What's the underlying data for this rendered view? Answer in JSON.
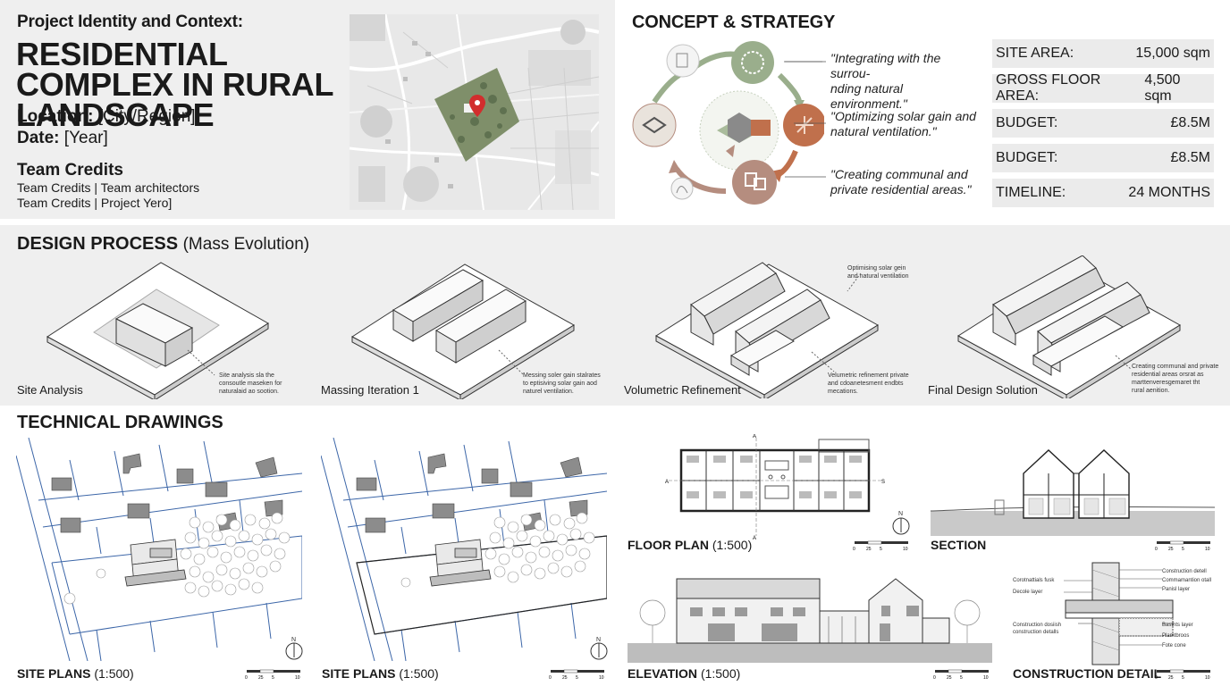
{
  "identity": {
    "kicker": "Project Identity and Context:",
    "title": "RESIDENTIAL COMPLEX IN RURAL LANDSCAPE",
    "location_label": "Location:",
    "location_value": "[City/Region]",
    "date_label": "Date:",
    "date_value": "[Year]",
    "team_heading": "Team Credits",
    "team_lines": [
      "Team Credits | Team architectors",
      "Team Credits | Project Yero]"
    ]
  },
  "concept": {
    "heading": "CONCEPT & STRATEGY",
    "quotes": [
      "\"Integrating with the surrou-\nnding natural environment.\"",
      "\"Optimizing solar gain and\nnatural ventilation.\"",
      "\"Creating communal and\nprivate residential areas.\""
    ],
    "stats": [
      {
        "label": "SITE AREA:",
        "value": "15,000 sqm"
      },
      {
        "label": "GROSS FLOOR AREA:",
        "value": "4,500 sqm"
      },
      {
        "label": "BUDGET:",
        "value": "£8.5M"
      },
      {
        "label": "BUDGET:",
        "value": "£8.5M"
      },
      {
        "label": "TIMELINE:",
        "value": "24 MONTHS"
      }
    ]
  },
  "process": {
    "heading": "DESIGN PROCESS",
    "heading_sub": "(Mass Evolution)",
    "stages": [
      {
        "label": "Site Analysis",
        "note": "Site analysis sla the\nconsoutle maseken for\nnaturalaid ao sootion."
      },
      {
        "label": "Massing Iteration 1",
        "note": "Messing soler gain stalrates\nto eptisiving solar gain aod\nnaturel ventilation."
      },
      {
        "label": "Volumetric Refinement",
        "note": "Velumetric refinement private\nand cdoanetesment endbts\nmecations.",
        "top_note": "Optimising solar gein\nand natural ventilation"
      },
      {
        "label": "Final Design Solution",
        "note": "Creating communal and private\nresidential areas orsrat as\nmarttenveresgemaret tht\nrural aenition."
      }
    ]
  },
  "technical": {
    "heading": "TECHNICAL DRAWINGS",
    "site_plan_1": {
      "label": "SITE PLANS",
      "scale": "(1:500)"
    },
    "site_plan_2": {
      "label": "SITE PLANS",
      "scale": "(1:500)"
    },
    "floor_plan": {
      "label": "FLOOR PLAN",
      "scale": "(1:500)"
    },
    "section": {
      "label": "SECTION"
    },
    "elevation": {
      "label": "ELEVATION",
      "scale": "(1:500)"
    },
    "detail": {
      "label": "CONSTRUCTION DETAIL",
      "left_notes": [
        "Corotnattials fusk",
        "Decole layer",
        "Construction dosiish\nconstruction detalls"
      ],
      "right_notes": [
        "Construction detell",
        "Commamantion otall",
        "Panisl layer",
        "Basthts layer",
        "Plamtbroos",
        "Fote cone"
      ]
    },
    "north": "N",
    "scale_bar": [
      "0",
      "25",
      "5",
      "10"
    ]
  },
  "colors": {
    "panel_grey": "#efefef",
    "stat_grey": "#ebebeb",
    "site_green": "#7f8f6a",
    "marker_red": "#d22d2d",
    "accent_terracotta": "#c0704c",
    "accent_sage": "#9aae8c",
    "blueprint_blue": "#3c66a8"
  },
  "icons": [
    "map-pin-icon",
    "north-arrow-icon",
    "solar-icon",
    "tree-icon",
    "courtyard-icon",
    "solar-panel-icon",
    "people-icon"
  ]
}
